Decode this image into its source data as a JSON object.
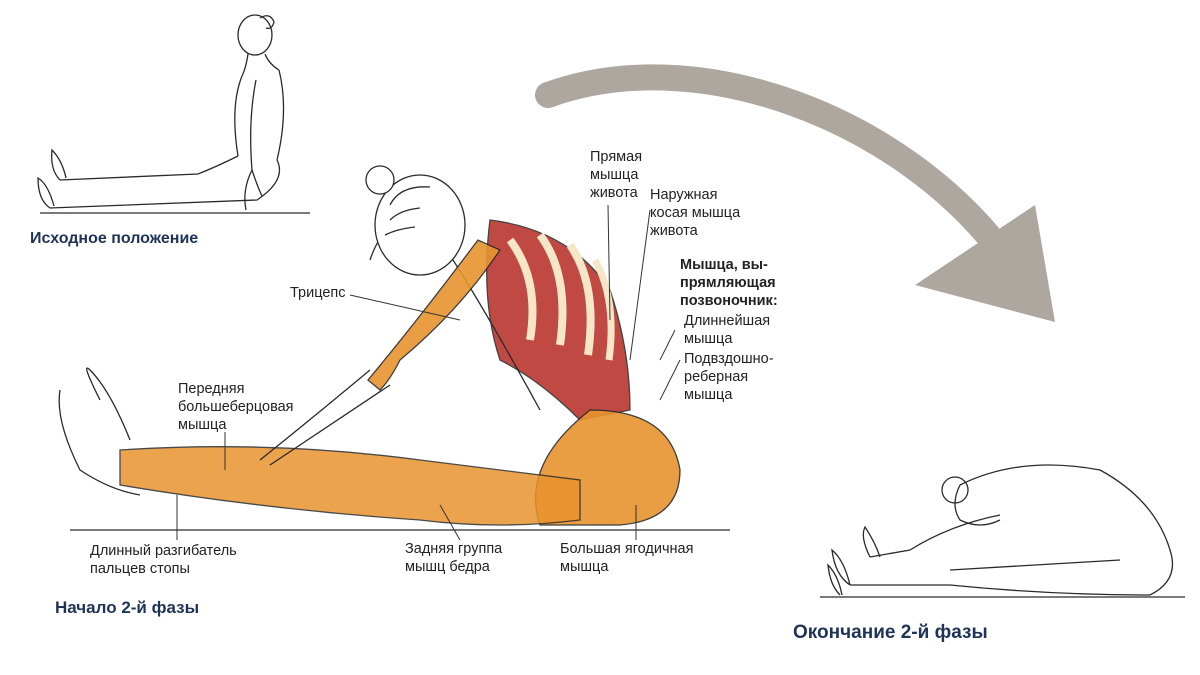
{
  "captions": {
    "start_position": "Исходное положение",
    "phase2_start": "Начало 2-й фазы",
    "phase2_end": "Окончание 2-й фазы"
  },
  "labels": {
    "rectus_abdominis": "Прямая\nмышца\nживота",
    "external_oblique": "Наружная\nкосая мышца\nживота",
    "erector_spinae": "Мышца, вы-\nпрямляющая\nпозвоночник:",
    "longissimus": "Длиннейшая\nмышца",
    "iliocostalis": "Подвздошно-\nреберная\nмышца",
    "triceps": "Трицепс",
    "tibialis_anterior": "Передняя\nбольшеберцовая\nмышца",
    "extensor_digitorum": "Длинный разгибатель\nпальцев стопы",
    "hamstrings": "Задняя группа\nмышц бедра",
    "gluteus_maximus": "Большая ягодичная\nмышца"
  },
  "colors": {
    "caption": "#1f3358",
    "muscle_orange": "#e8942f",
    "muscle_red": "#b8322a",
    "bone": "#f5e6c8",
    "arrow": "#aea7a0",
    "outline": "#2a2a2a"
  }
}
